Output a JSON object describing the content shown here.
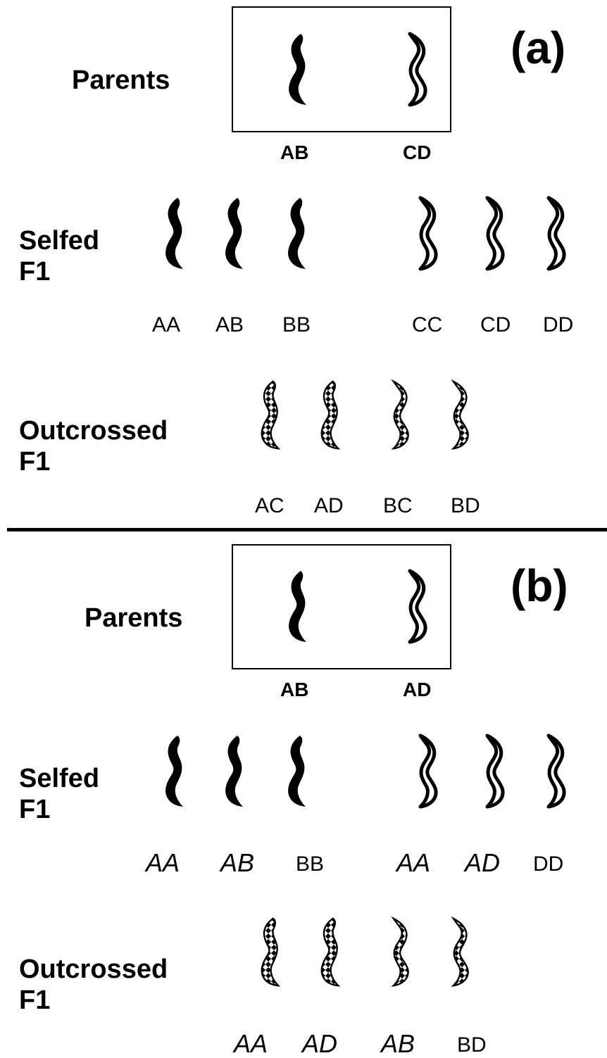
{
  "panel_a": {
    "label": "(a)",
    "parents_label": "Parents",
    "parent_genotypes": [
      "AB",
      "CD"
    ],
    "selfed_label": [
      "Selfed",
      "F1"
    ],
    "selfed_genotypes": [
      "AA",
      "AB",
      "BB",
      "CC",
      "CD",
      "DD"
    ],
    "outcrossed_label": [
      "Outcrossed",
      "F1"
    ],
    "outcrossed_genotypes": [
      "AC",
      "AD",
      "BC",
      "BD"
    ]
  },
  "panel_b": {
    "label": "(b)",
    "parents_label": "Parents",
    "parent_genotypes": [
      "AB",
      "AD"
    ],
    "selfed_label": [
      "Selfed",
      "F1"
    ],
    "selfed_genotypes": [
      "AA",
      "AB",
      "BB",
      "AA",
      "AD",
      "DD"
    ],
    "outcrossed_label": [
      "Outcrossed",
      "F1"
    ],
    "outcrossed_genotypes": [
      "AA",
      "AD",
      "AB",
      "BD"
    ]
  },
  "legend": {
    "solid_chromosome": "black-chromosome-icon",
    "hollow_chromosome": "outline-chromosome-icon",
    "checkered_chromosome": "checkered-chromosome-icon",
    "color_fill": "#000000",
    "color_background": "#ffffff"
  }
}
